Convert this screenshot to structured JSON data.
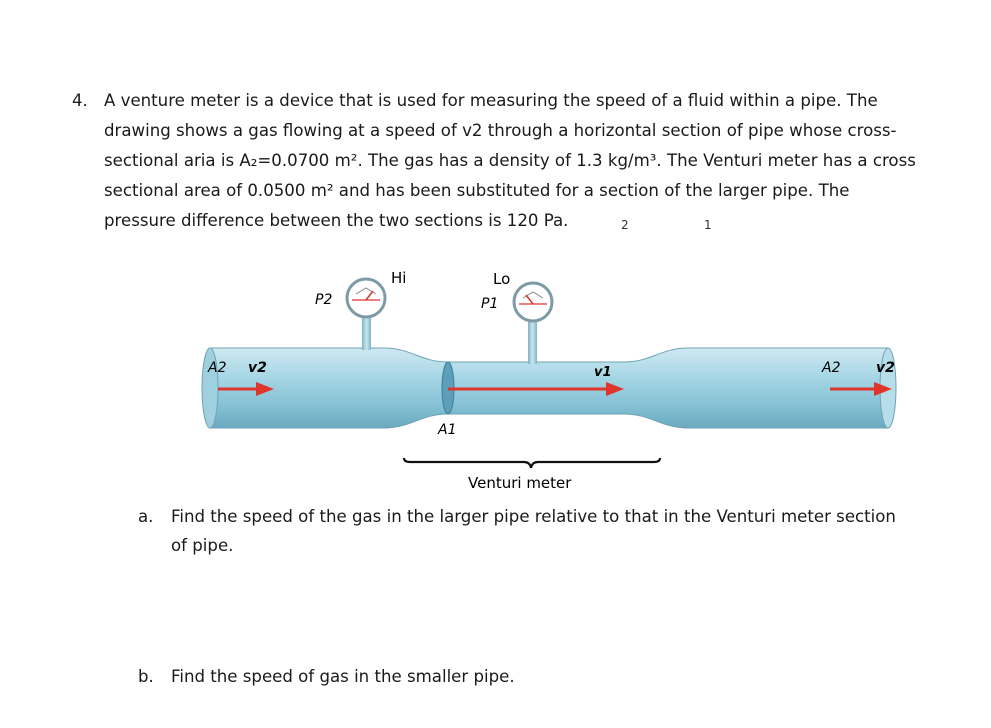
{
  "question": {
    "number": "4.",
    "text": "A venture meter is a device that is used for measuring the speed of a fluid within a pipe.  The drawing shows a gas flowing at a speed of v2 through a horizontal section of pipe whose cross-sectional aria is A₂=0.0700 m².  The gas has a density of 1.3 kg/m³.  The Venturi meter has a cross sectional area of 0.0500 m² and has been substituted for a section of the larger pipe.  The pressure difference between the two sections is 120 Pa."
  },
  "stray_marks": {
    "left": "2",
    "right": "1"
  },
  "figure": {
    "gauge_hi_label": "Hi",
    "gauge_lo_label": "Lo",
    "p2_label": "P2",
    "p1_label": "P1",
    "a2_left_label": "A2",
    "v2_left_label": "v2",
    "a1_label": "A1",
    "v1_label": "v1",
    "a2_right_label": "A2",
    "v2_right_label": "v2",
    "caption": "Venturi meter",
    "colors": {
      "pipe": "#8fc8da",
      "arrow": "#e0352b",
      "gauge_face": "#ffffff",
      "bracket": "#111111"
    }
  },
  "parts": [
    {
      "label": "a.",
      "text": "Find the speed of the gas in the larger pipe relative to that in the Venturi meter section of pipe."
    },
    {
      "label": "b.",
      "text": "Find the speed of gas in the smaller pipe."
    }
  ]
}
